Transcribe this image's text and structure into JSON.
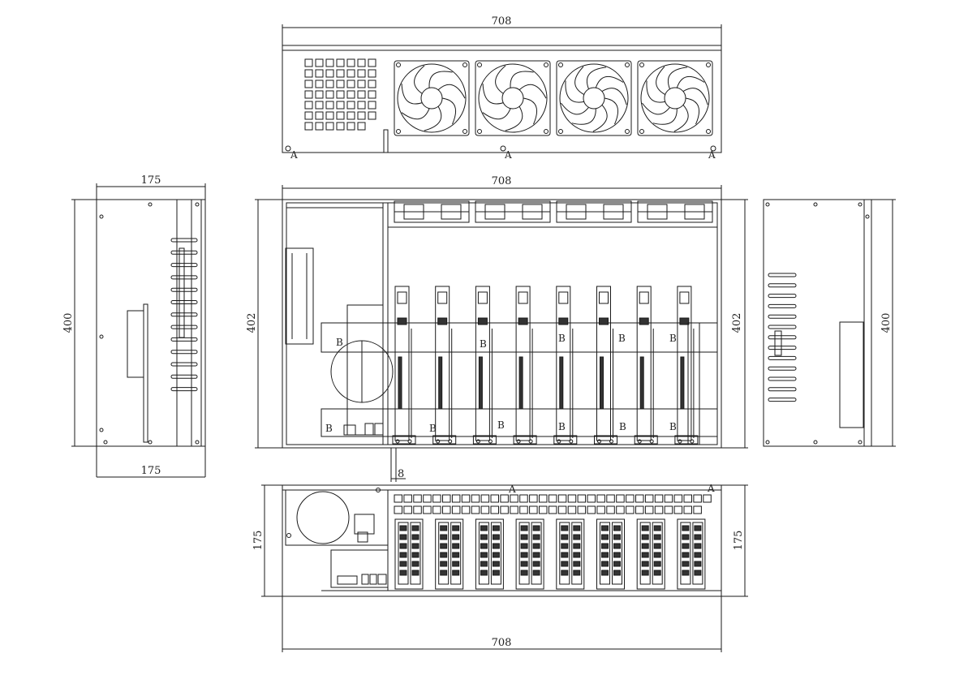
{
  "dimensions": {
    "top_view_width": "708",
    "front_view_width": "708",
    "bottom_view_width": "708",
    "left_view_width_top": "175",
    "left_view_width_bottom": "175",
    "left_view_height": "400",
    "front_view_height_left": "402",
    "front_view_height_right": "402",
    "right_view_height": "400",
    "rear_view_height_left": "175",
    "rear_view_height_right": "175",
    "gap_label": "8"
  },
  "markers": {
    "a": "A",
    "b": "B"
  },
  "colors": {
    "line": "#1a1a1a",
    "background": "#ffffff",
    "label": "#222222",
    "fill_dark": "#333333"
  },
  "counts": {
    "top_fans": 4,
    "gpu_slots": 8
  }
}
